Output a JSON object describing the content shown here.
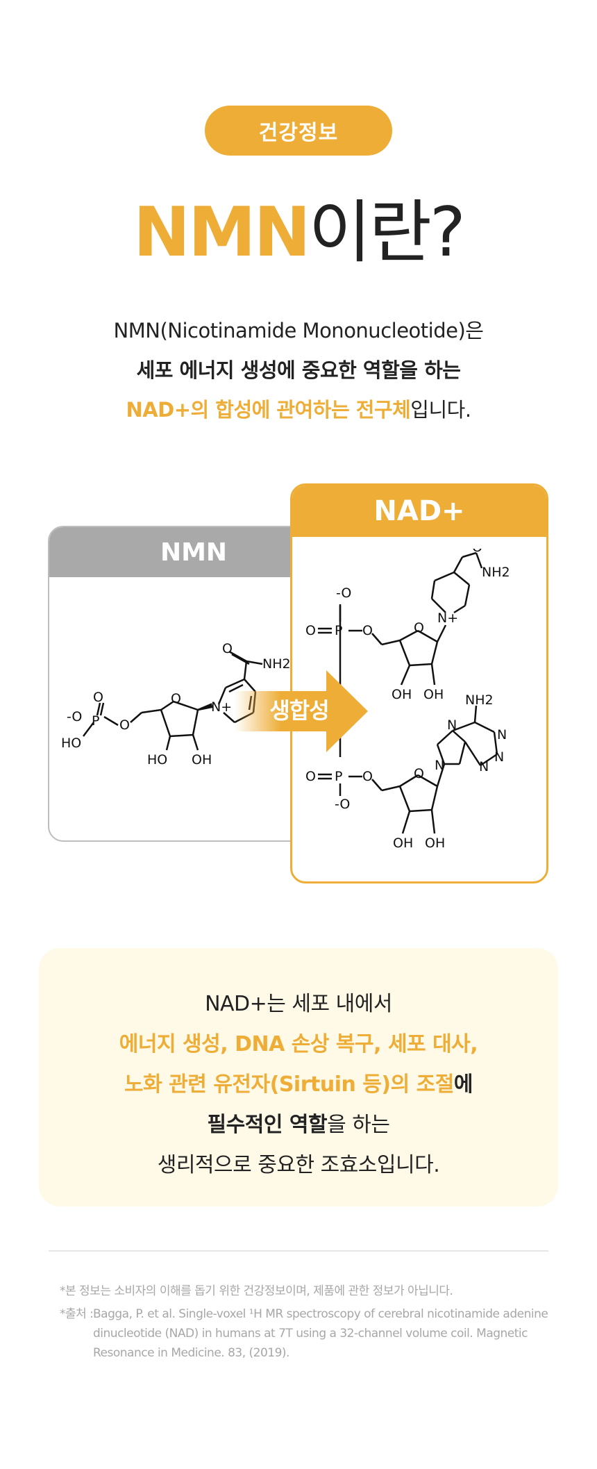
{
  "badge": "건강정보",
  "title": {
    "highlight": "NMN",
    "rest": "이란?"
  },
  "intro": {
    "line1": "NMN(Nicotinamide Mononucleotide)은",
    "line2": "세포 에너지 생성에 중요한 역할을 하는",
    "line3_highlight": "NAD+의 합성에 관여하는 전구체",
    "line3_rest": "입니다."
  },
  "cards": {
    "nmn_title": "NMN",
    "nad_title": "NAD+",
    "arrow_label": "생합성"
  },
  "molecule_labels": {
    "o": "O",
    "o_minus": "-O",
    "p": "P",
    "ho": "HO",
    "oh": "OH",
    "nh2": "NH2",
    "n": "N",
    "n_plus": "N+"
  },
  "info": {
    "line1": "NAD+는 세포 내에서",
    "line2": "에너지 생성, DNA 손상 복구, 세포 대사,",
    "line3_highlight": "노화 관련 유전자(Sirtuin 등)의 조절",
    "line3_rest": "에",
    "line4_bold": "필수적인 역할",
    "line4_rest": "을 하는",
    "line5": "생리적으로 중요한 조효소입니다."
  },
  "footnotes": {
    "note1": "*본 정보는 소비자의 이해를 돕기 위한 건강정보이며, 제품에 관한 정보가 아닙니다.",
    "note2_label": "*출처 :",
    "note2_text": "Bagga, P. et al. Single-voxel ¹H MR spectroscopy of cerebral nicotinamide adenine dinucleotide (NAD) in humans at 7T using a 32-channel volume coil. Magnetic Resonance in Medicine. 83, (2019)."
  },
  "colors": {
    "accent": "#EDAD36",
    "gray_head": "#A9A9A9",
    "info_bg": "#FFFAE8"
  }
}
